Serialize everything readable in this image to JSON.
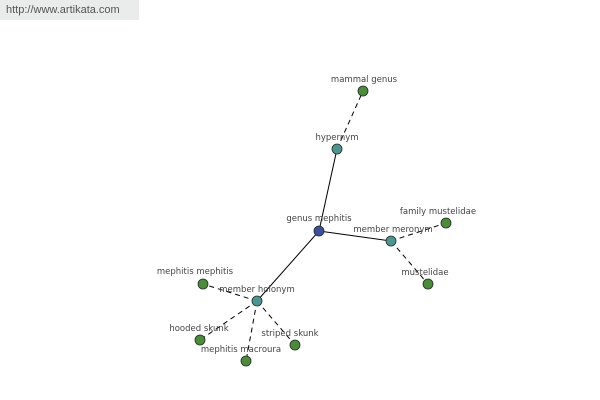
{
  "header": {
    "url": "http://www.artikata.com"
  },
  "graph": {
    "colors": {
      "center": "#3f4d9a",
      "relation": "#4f9393",
      "leaf": "#4e8a3e",
      "edge": "#000000"
    },
    "nodes": [
      {
        "id": "genus_mephitis",
        "label": "genus mephitis",
        "kind": "center"
      },
      {
        "id": "hypernym",
        "label": "hypernym",
        "kind": "relation"
      },
      {
        "id": "mammal_genus",
        "label": "mammal genus",
        "kind": "leaf"
      },
      {
        "id": "member_meronym",
        "label": "member meronym",
        "kind": "relation"
      },
      {
        "id": "family_mustelidae",
        "label": "family mustelidae",
        "kind": "leaf"
      },
      {
        "id": "mustelidae",
        "label": "mustelidae",
        "kind": "leaf"
      },
      {
        "id": "member_holonym",
        "label": "member holonym",
        "kind": "relation"
      },
      {
        "id": "mephitis_mephitis",
        "label": "mephitis mephitis",
        "kind": "leaf"
      },
      {
        "id": "hooded_skunk",
        "label": "hooded skunk",
        "kind": "leaf"
      },
      {
        "id": "mephitis_macroura",
        "label": "mephitis macroura",
        "kind": "leaf"
      },
      {
        "id": "striped_skunk",
        "label": "striped skunk",
        "kind": "leaf"
      }
    ],
    "edges": [
      {
        "from": "genus_mephitis",
        "to": "hypernym",
        "style": "solid"
      },
      {
        "from": "genus_mephitis",
        "to": "member_meronym",
        "style": "solid"
      },
      {
        "from": "genus_mephitis",
        "to": "member_holonym",
        "style": "solid"
      },
      {
        "from": "hypernym",
        "to": "mammal_genus",
        "style": "dashed"
      },
      {
        "from": "member_meronym",
        "to": "family_mustelidae",
        "style": "dashed"
      },
      {
        "from": "member_meronym",
        "to": "mustelidae",
        "style": "dashed"
      },
      {
        "from": "member_holonym",
        "to": "mephitis_mephitis",
        "style": "dashed"
      },
      {
        "from": "member_holonym",
        "to": "hooded_skunk",
        "style": "dashed"
      },
      {
        "from": "member_holonym",
        "to": "mephitis_macroura",
        "style": "dashed"
      },
      {
        "from": "member_holonym",
        "to": "striped_skunk",
        "style": "dashed"
      }
    ]
  }
}
